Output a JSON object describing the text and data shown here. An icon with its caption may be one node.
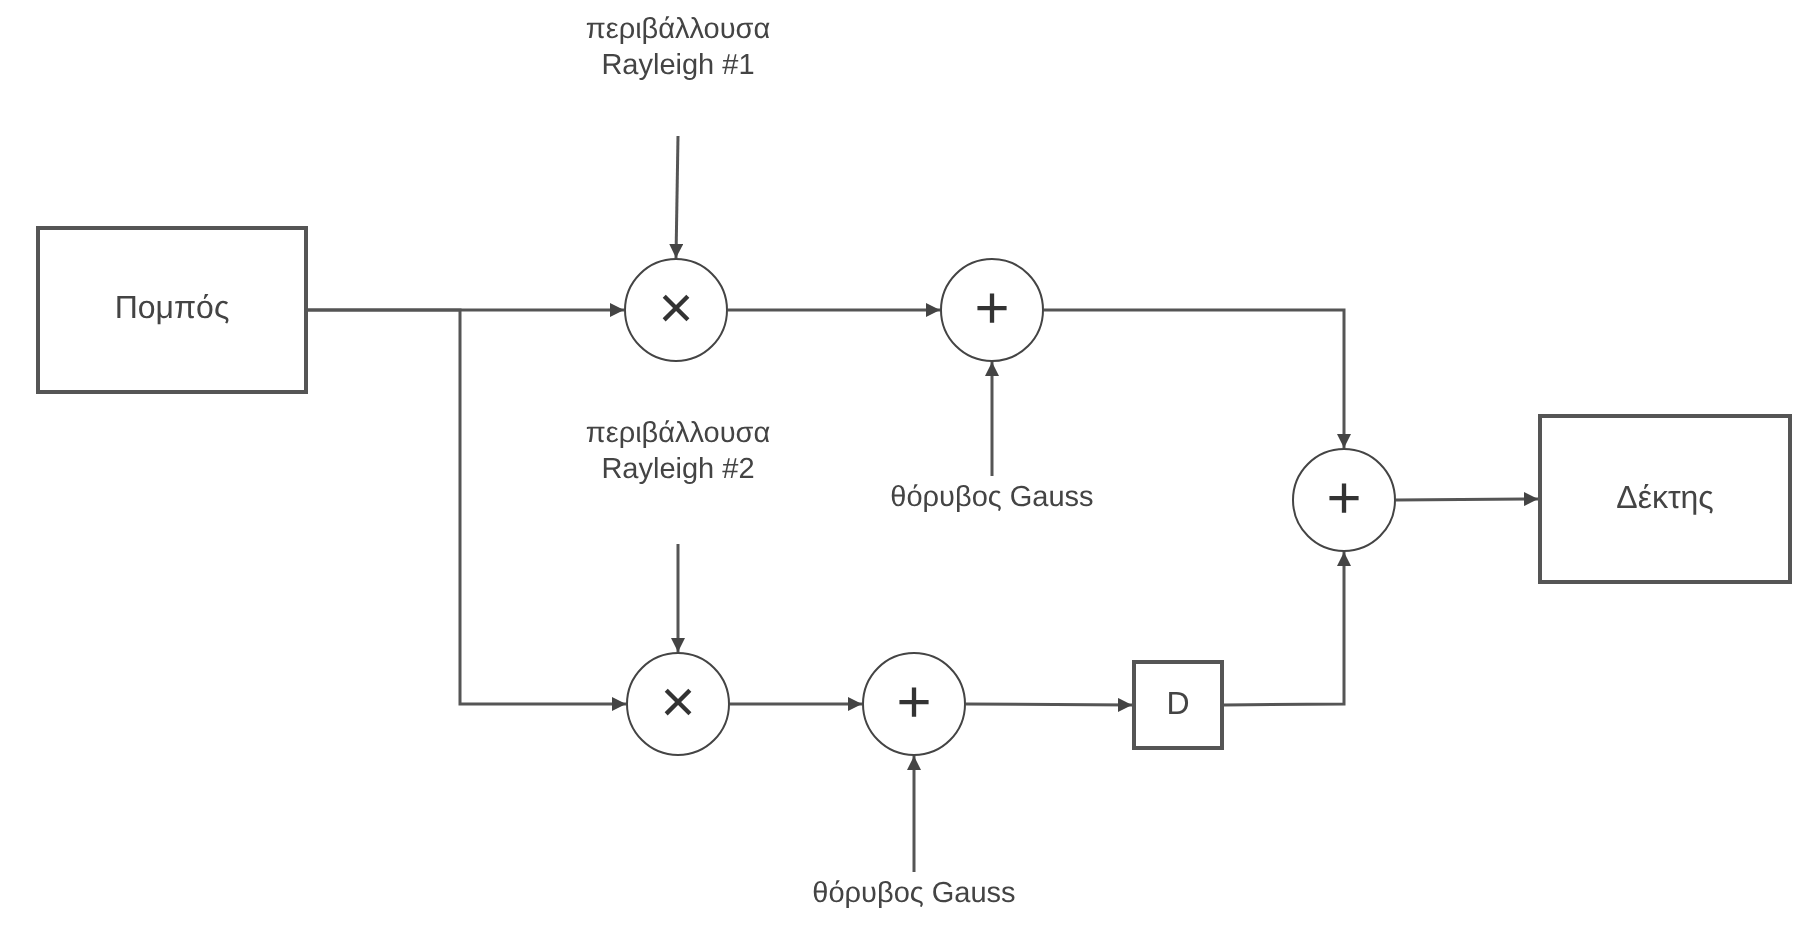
{
  "diagram": {
    "nodes": [
      {
        "text": [
          "Πομπός"
        ]
      },
      {
        "text": [
          "περιβάλλουσα Rayleigh #1"
        ]
      },
      {
        "text": [
          "×"
        ]
      },
      {
        "text": [
          "+"
        ]
      },
      {
        "text": [
          "περιβάλλουσα Rayleigh #2"
        ]
      },
      {
        "text": [
          "θόρυβος Gauss"
        ]
      },
      {
        "text": [
          "+"
        ]
      },
      {
        "text": [
          "Δέκτης"
        ]
      },
      {
        "text": [
          "×"
        ]
      },
      {
        "text": [
          "+"
        ]
      },
      {
        "text": [
          "D"
        ]
      },
      {
        "text": [
          "θόρυβος Gauss"
        ]
      }
    ],
    "edges": [
      {
        "from": 0,
        "to": 2,
        "arrow": "to"
      },
      {
        "from": 0,
        "to": 8,
        "arrow": "to"
      },
      {
        "from": 1,
        "to": 2,
        "arrow": "to"
      },
      {
        "from": 2,
        "to": 3,
        "arrow": "to"
      },
      {
        "from": 5,
        "to": 3,
        "arrow": "to"
      },
      {
        "from": 3,
        "to": 6,
        "arrow": "to"
      },
      {
        "from": 4,
        "to": 8,
        "arrow": "to"
      },
      {
        "from": 8,
        "to": 9,
        "arrow": "to"
      },
      {
        "from": 11,
        "to": 9,
        "arrow": "to"
      },
      {
        "from": 9,
        "to": 10,
        "arrow": "to"
      },
      {
        "from": 10,
        "to": 6,
        "arrow": "to"
      },
      {
        "from": 6,
        "to": 7,
        "arrow": "to"
      }
    ]
  }
}
